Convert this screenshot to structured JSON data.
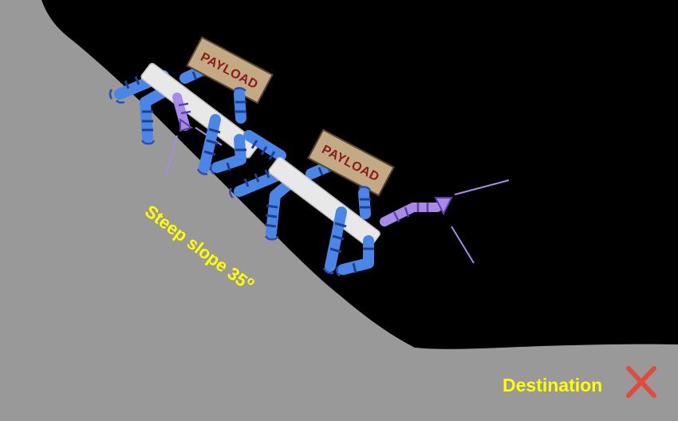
{
  "scene": {
    "payload_label_1": "PAYLOAD",
    "payload_label_2": "PAYLOAD",
    "slope_label": "Steep slope 35",
    "slope_degree_symbol": "o",
    "destination_label": "Destination"
  },
  "colors": {
    "background": "#000000",
    "ground": "#999999",
    "body_bar": "#e8e8e8",
    "payload_box": "#c4a985",
    "payload_text": "#8b1a1a",
    "leg_blue": "#4a86e8",
    "leg_bands": "#1f3f8f",
    "antenna_purple": "#a98ae8",
    "label_yellow": "#ffff00",
    "cross_red": "#e04b3a"
  },
  "icons": {
    "destination_marker": "cross-icon"
  }
}
